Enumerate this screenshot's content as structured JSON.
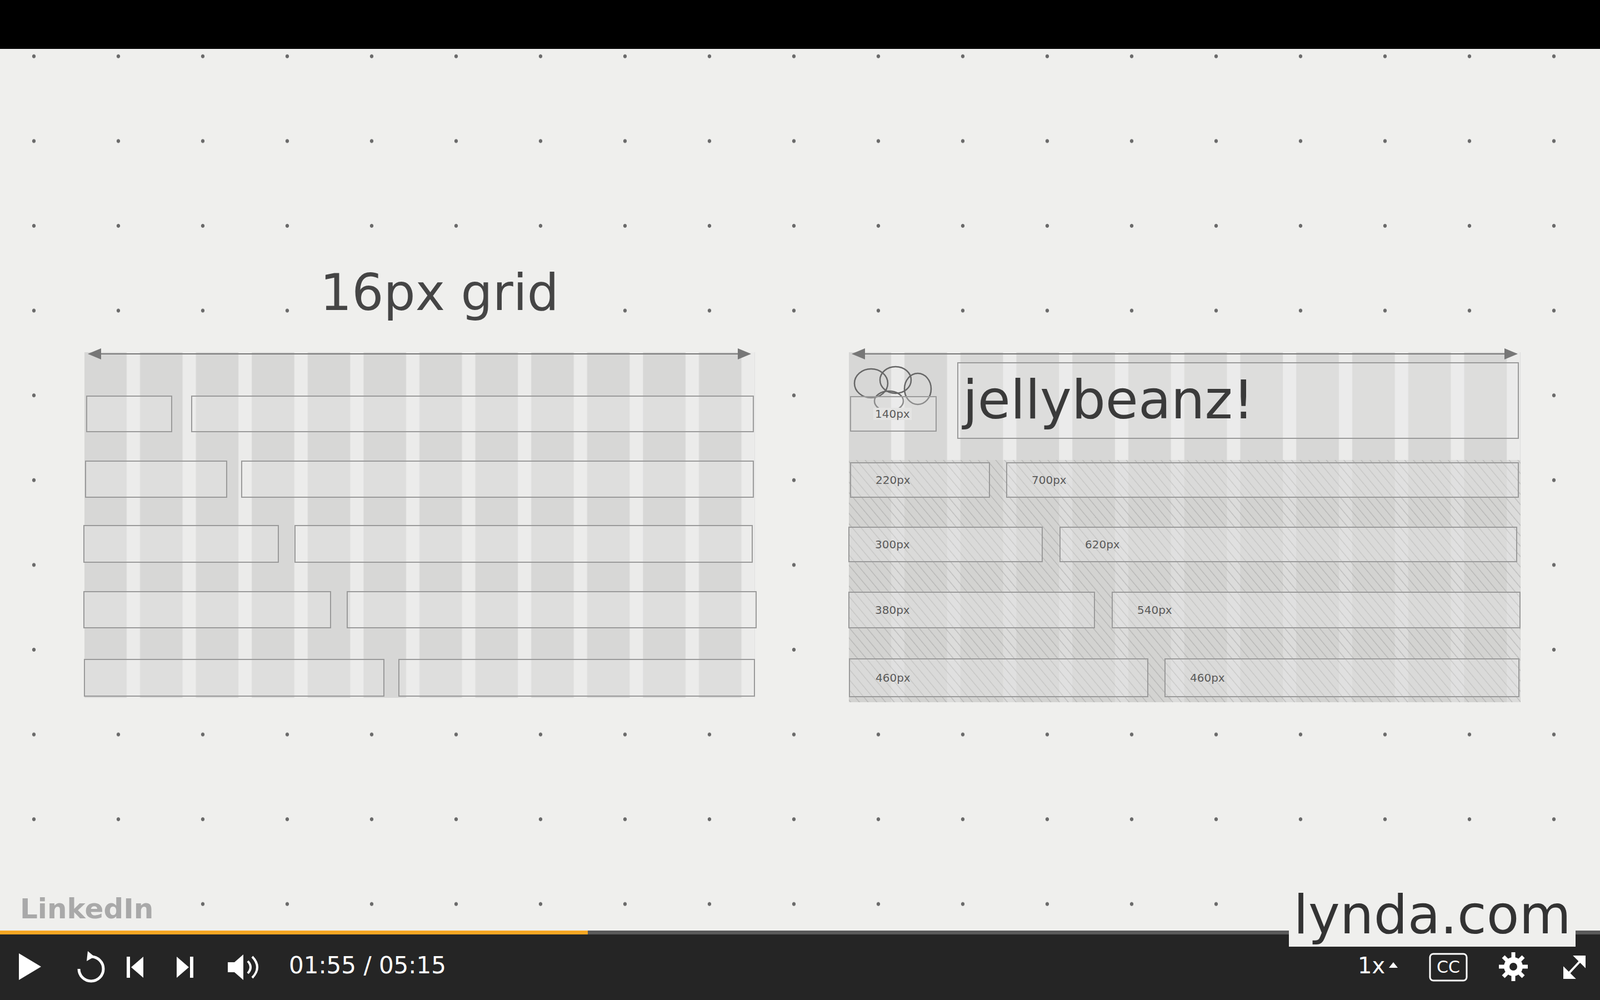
{
  "diagram": {
    "title": "16px grid",
    "nodes": [
      {
        "text": [
          "140px"
        ]
      },
      {
        "text": [
          "jellybeanz!"
        ]
      },
      {
        "text": [
          "220px"
        ]
      },
      {
        "text": [
          "700px"
        ]
      },
      {
        "text": [
          "300px"
        ]
      },
      {
        "text": [
          "620px"
        ]
      },
      {
        "text": [
          "380px"
        ]
      },
      {
        "text": [
          "540px"
        ]
      },
      {
        "text": [
          "460px"
        ]
      },
      {
        "text": [
          "460px"
        ]
      }
    ],
    "labels": [
      "LinkedIn",
      "lynda.com",
      "01:55 / 05:15",
      "1x",
      "CC"
    ]
  }
}
